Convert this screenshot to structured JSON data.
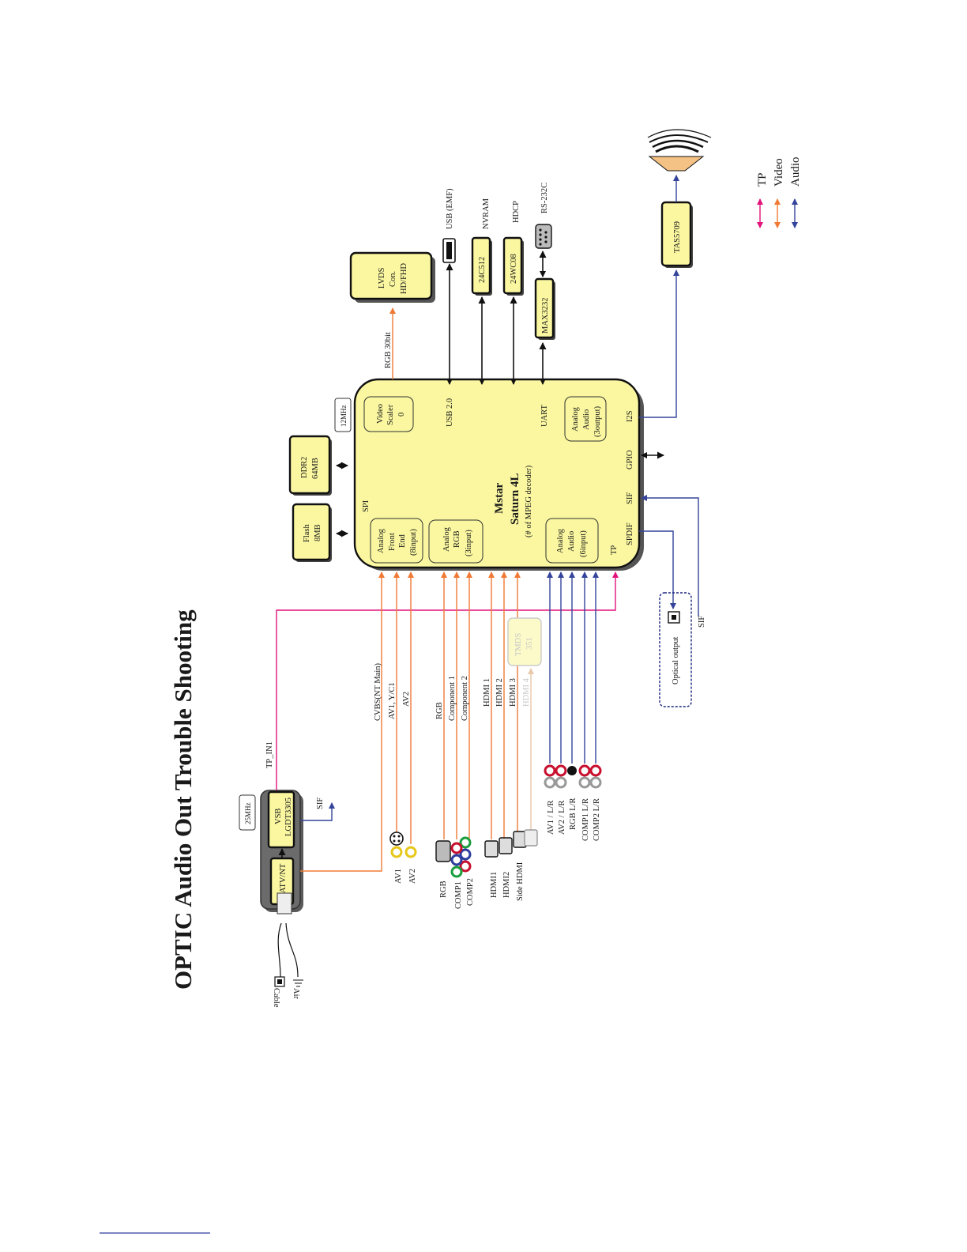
{
  "title": "OPTIC Audio Out Trouble Shooting",
  "colors": {
    "tp": "#e2147c",
    "video": "#f07a35",
    "audio": "#34449a",
    "chip_fill": "#faf7a0"
  },
  "legend": {
    "tp": "TP",
    "video": "Video",
    "audio": "Audio"
  },
  "tuner": {
    "antenna_air": "Air",
    "antenna_cable": "Cable",
    "tuner_chip": "ATV/NT",
    "demod_line1": "VSB",
    "demod_line2": "LGDT3305",
    "crystal": "25MHz",
    "sif_out": "SIF",
    "tp_in": "TP_IN1"
  },
  "main_chip": {
    "line1": "Mstar",
    "line2": "Saturn 4L",
    "line3": "(# of MPEG decoder)",
    "crystal": "12MHz",
    "video_scaler": [
      "Video",
      "Scaler",
      "0"
    ],
    "front_end": [
      "Analog",
      "Front",
      "End",
      "(8input)"
    ],
    "analog_rgb": [
      "Analog",
      "RGB",
      "(3input)"
    ],
    "audio_in": [
      "Analog",
      "Audio",
      "(6input)"
    ],
    "audio_out": [
      "Analog",
      "Audio",
      "(3output)"
    ],
    "ports": {
      "spi": "SPI",
      "usb": "USB 2.0",
      "uart": "UART",
      "i2s": "I2S",
      "gpio": "GPIO",
      "sif": "SIF",
      "spdif": "SPDIF",
      "tp": "TP"
    }
  },
  "memory": {
    "flash": [
      "Flash",
      "8MB"
    ],
    "ddr": [
      "DDR2",
      "64MB"
    ]
  },
  "outputs": {
    "rgb30": "RGB 30bit",
    "lvds": [
      "LVDS",
      "Con.",
      "HD/FHD"
    ],
    "usb_label": "USB (EMF)",
    "nvram_chip": "24C512",
    "nvram_label": "NVRAM",
    "hdcp_chip": "24WC08",
    "hdcp_label": "HDCP",
    "max_chip": "MAX3232",
    "rs232_label": "RS-232C",
    "amp": "TAS5709"
  },
  "video_inputs": {
    "cvbs": "CVBS(NT Main)",
    "av1yc": "AV1, Y/C1",
    "av2": "AV2",
    "rgb": "RGB",
    "comp1": "Component 1",
    "comp2": "Component 2",
    "hdmi1": "HDMI 1",
    "hdmi2": "HDMI 2",
    "hdmi3": "HDMI 3",
    "hdmi4": "HDMI 4",
    "tmds": [
      "TMDS",
      "351"
    ]
  },
  "connectors": {
    "av1": "AV1",
    "av2": "AV2",
    "rgb": "RGB",
    "comp1": "COMP1",
    "comp2": "COMP2",
    "hdmi1": "HDMI1",
    "hdmi2": "HDMI2",
    "side_hdmi": "Side HDMI"
  },
  "audio_inputs": {
    "av1": "AV1 / L/R",
    "av2": "AV2 / L/R",
    "rgb": "RGB L/R",
    "comp1": "COMP1 L/R",
    "comp2": "COMP2 L/R"
  },
  "optical": {
    "label": "Optical output",
    "sif": "SIF"
  }
}
